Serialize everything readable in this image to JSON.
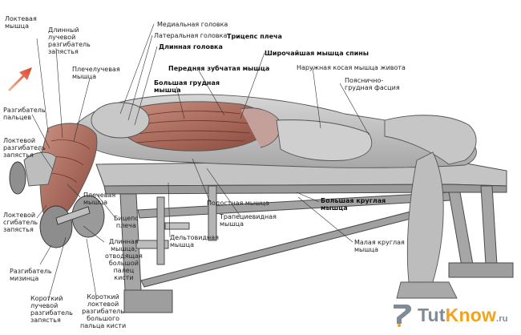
{
  "labels": {
    "loktevaya_myshtsa": "Локтевая\nмышца",
    "dlinny_luchevoy": "Длинный\nлучевой\nразгибатель\nзапястья",
    "plecheluchevaya": "Плечелучевая\nмышца",
    "razgibatel_paltsev": "Разгибатель\nпальцев",
    "loktevoy_razgibatel": "Локтевой\nразгибатель\nзапястья",
    "plechevaya": "Плечевая\nмышца",
    "loktevoy_sgibatel": "Локтевой\nсгибатель\nзапястья",
    "bitseps": "Бицепс\nплеча",
    "razgibatel_mizintsa": "Разгибатель\nмизинца",
    "dlinnaya_otvod": "Длинная\nмышца,\nотводящая\nбольшой\nпалец\nкисти",
    "korotkiy_luchevoy": "Короткий\nлучевой\nразгибатель\nзапястья",
    "korotkiy_loktevoy": "Короткий\nлоктевой\nразгибатель\nбольшого\nпальца кисти",
    "medialnaya": "Медиальная головка",
    "lateralnaya": "Латеральная головка",
    "dlinnaya_golovka": "Длинная головка",
    "triceps": "Трицепс плеча",
    "shirochayshaya": "Широчайшая мышца спины",
    "perednyaya_zubchataya": "Передняя зубчатая мышца",
    "naruzhnaya_kosaya": "Наружная косая мышца живота",
    "bolshaya_grudnaya": "Большая грудная\nмышца",
    "poyasnichno": "Пояснично-\nгрудная фасция",
    "podostnaya": "Подостная мышца",
    "bolshaya_kruglaya": "Большая круглая\nмышца",
    "trapetsievidnaya": "Трапециевидная\nмышца",
    "deltovidnaya": "Дельтовидная\nмышца",
    "malaya_kruglaya": "Малая круглая\nмышца"
  },
  "logo": {
    "part1": "Tut",
    "part2": "Know",
    "part3": ".ru"
  },
  "colors": {
    "muscle": "#b87a6a",
    "muscle_dark": "#8a4a3e",
    "sketch": "#555555",
    "bench": "#9a9a9a",
    "arrow": "#e05a3a",
    "logo_grey": "#7f8b95",
    "logo_orange": "#f2a21d"
  },
  "icons": {
    "arrow": "up-right-arrow-icon",
    "logo": "tutknow-logo-icon"
  }
}
